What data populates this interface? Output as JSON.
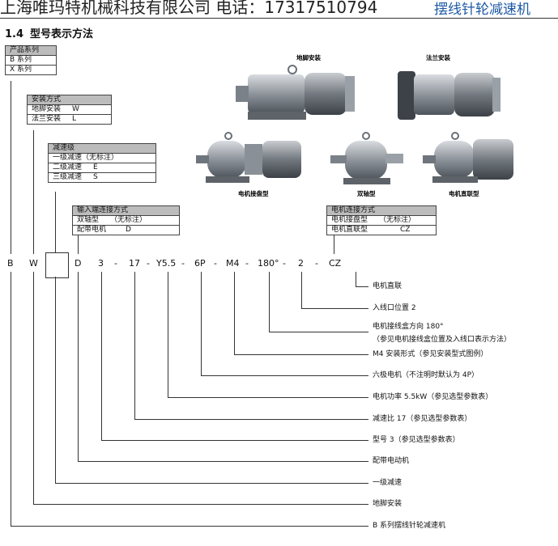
{
  "header": {
    "company": "上海唯玛特机械科技有限公司  电话：17317510794",
    "product": "摆线针轮减速机"
  },
  "section": {
    "number": "1.4",
    "title": "型号表示方法"
  },
  "boxes": {
    "series": {
      "title": "产品系列",
      "rows": [
        "B 系列",
        "X 系列"
      ]
    },
    "mount": {
      "title": "安装方式",
      "rows": [
        {
          "name": "地脚安装",
          "code": "W"
        },
        {
          "name": "法兰安装",
          "code": "L"
        }
      ]
    },
    "stage": {
      "title": "减速级",
      "rows": [
        {
          "name": "一级减速",
          "code": "（无标注）"
        },
        {
          "name": "二级减速",
          "code": "E"
        },
        {
          "name": "三级减速",
          "code": "S"
        }
      ]
    },
    "input": {
      "title": "输入端连接方式",
      "rows": [
        {
          "name": "双轴型",
          "code": "（无标注）"
        },
        {
          "name": "配带电机",
          "code": "D"
        }
      ]
    },
    "motor_conn": {
      "title": "电机连接方式",
      "rows": [
        {
          "name": "电机接盘型",
          "code": "（无标注）"
        },
        {
          "name": "电机直联型",
          "code": "CZ"
        }
      ]
    }
  },
  "photo_captions": [
    "地脚安装",
    "法兰安装",
    "电机接盘型",
    "双轴型",
    "电机直联型"
  ],
  "code_tokens": [
    "B",
    "W",
    "D",
    "3",
    "-",
    "17",
    "-",
    "Y5.5",
    "-",
    "6P",
    "-",
    "M4",
    "-",
    "180°",
    "-",
    "2",
    "-",
    "CZ"
  ],
  "explanations": [
    "电机直联",
    "入线口位置 2",
    "电机接线盒方向 180°",
    "（参见电机接线盒位置及入线口表示方法）",
    "M4 安装形式（参见安装型式图例）",
    "六极电机（不注明时默认为 4P）",
    "电机功率 5.5kW（参见选型参数表）",
    "减速比 17（参见选型参数表）",
    "型号 3（参见选型参数表）",
    "配带电动机",
    "一级减速",
    "地脚安装",
    "B 系列摆线针轮减速机"
  ],
  "colors": {
    "header_blue": "#1f5aa6",
    "box_header": "#bcbcbc",
    "motor_gray": "#8a8f96"
  }
}
